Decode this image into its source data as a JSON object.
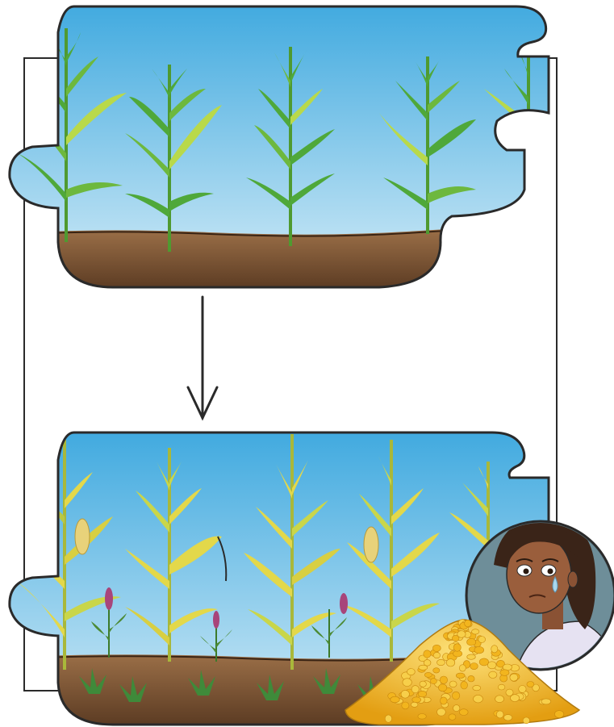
{
  "colors": {
    "sky_top": "#3fa9df",
    "sky_bottom": "#cfeaf6",
    "soil_dark": "#5a3a22",
    "soil_light": "#9c7048",
    "leaf_healthy": "#4fa83a",
    "leaf_healthy_light": "#b9d94a",
    "leaf_stressed": "#e3d84a",
    "leaf_stressed_dark": "#c9b63a",
    "weed_flower": "#a8457a",
    "grain": "#f2b51e",
    "outline": "#2a2a2a",
    "skin": "#9a5e3c",
    "hair": "#3a2418",
    "shirt": "#e6e2f2"
  },
  "panels": [
    {
      "name": "healthy-field",
      "state": "healthy",
      "plants": 5,
      "weeds": 0
    },
    {
      "name": "weedy-field",
      "state": "drought-weeds",
      "plants": 5,
      "weeds": 6
    }
  ],
  "arrow": {
    "icon": "down-arrow-icon"
  },
  "overlay": {
    "grain_pile": "corn-kernel-pile",
    "portrait": "crying-farmer-portrait"
  }
}
